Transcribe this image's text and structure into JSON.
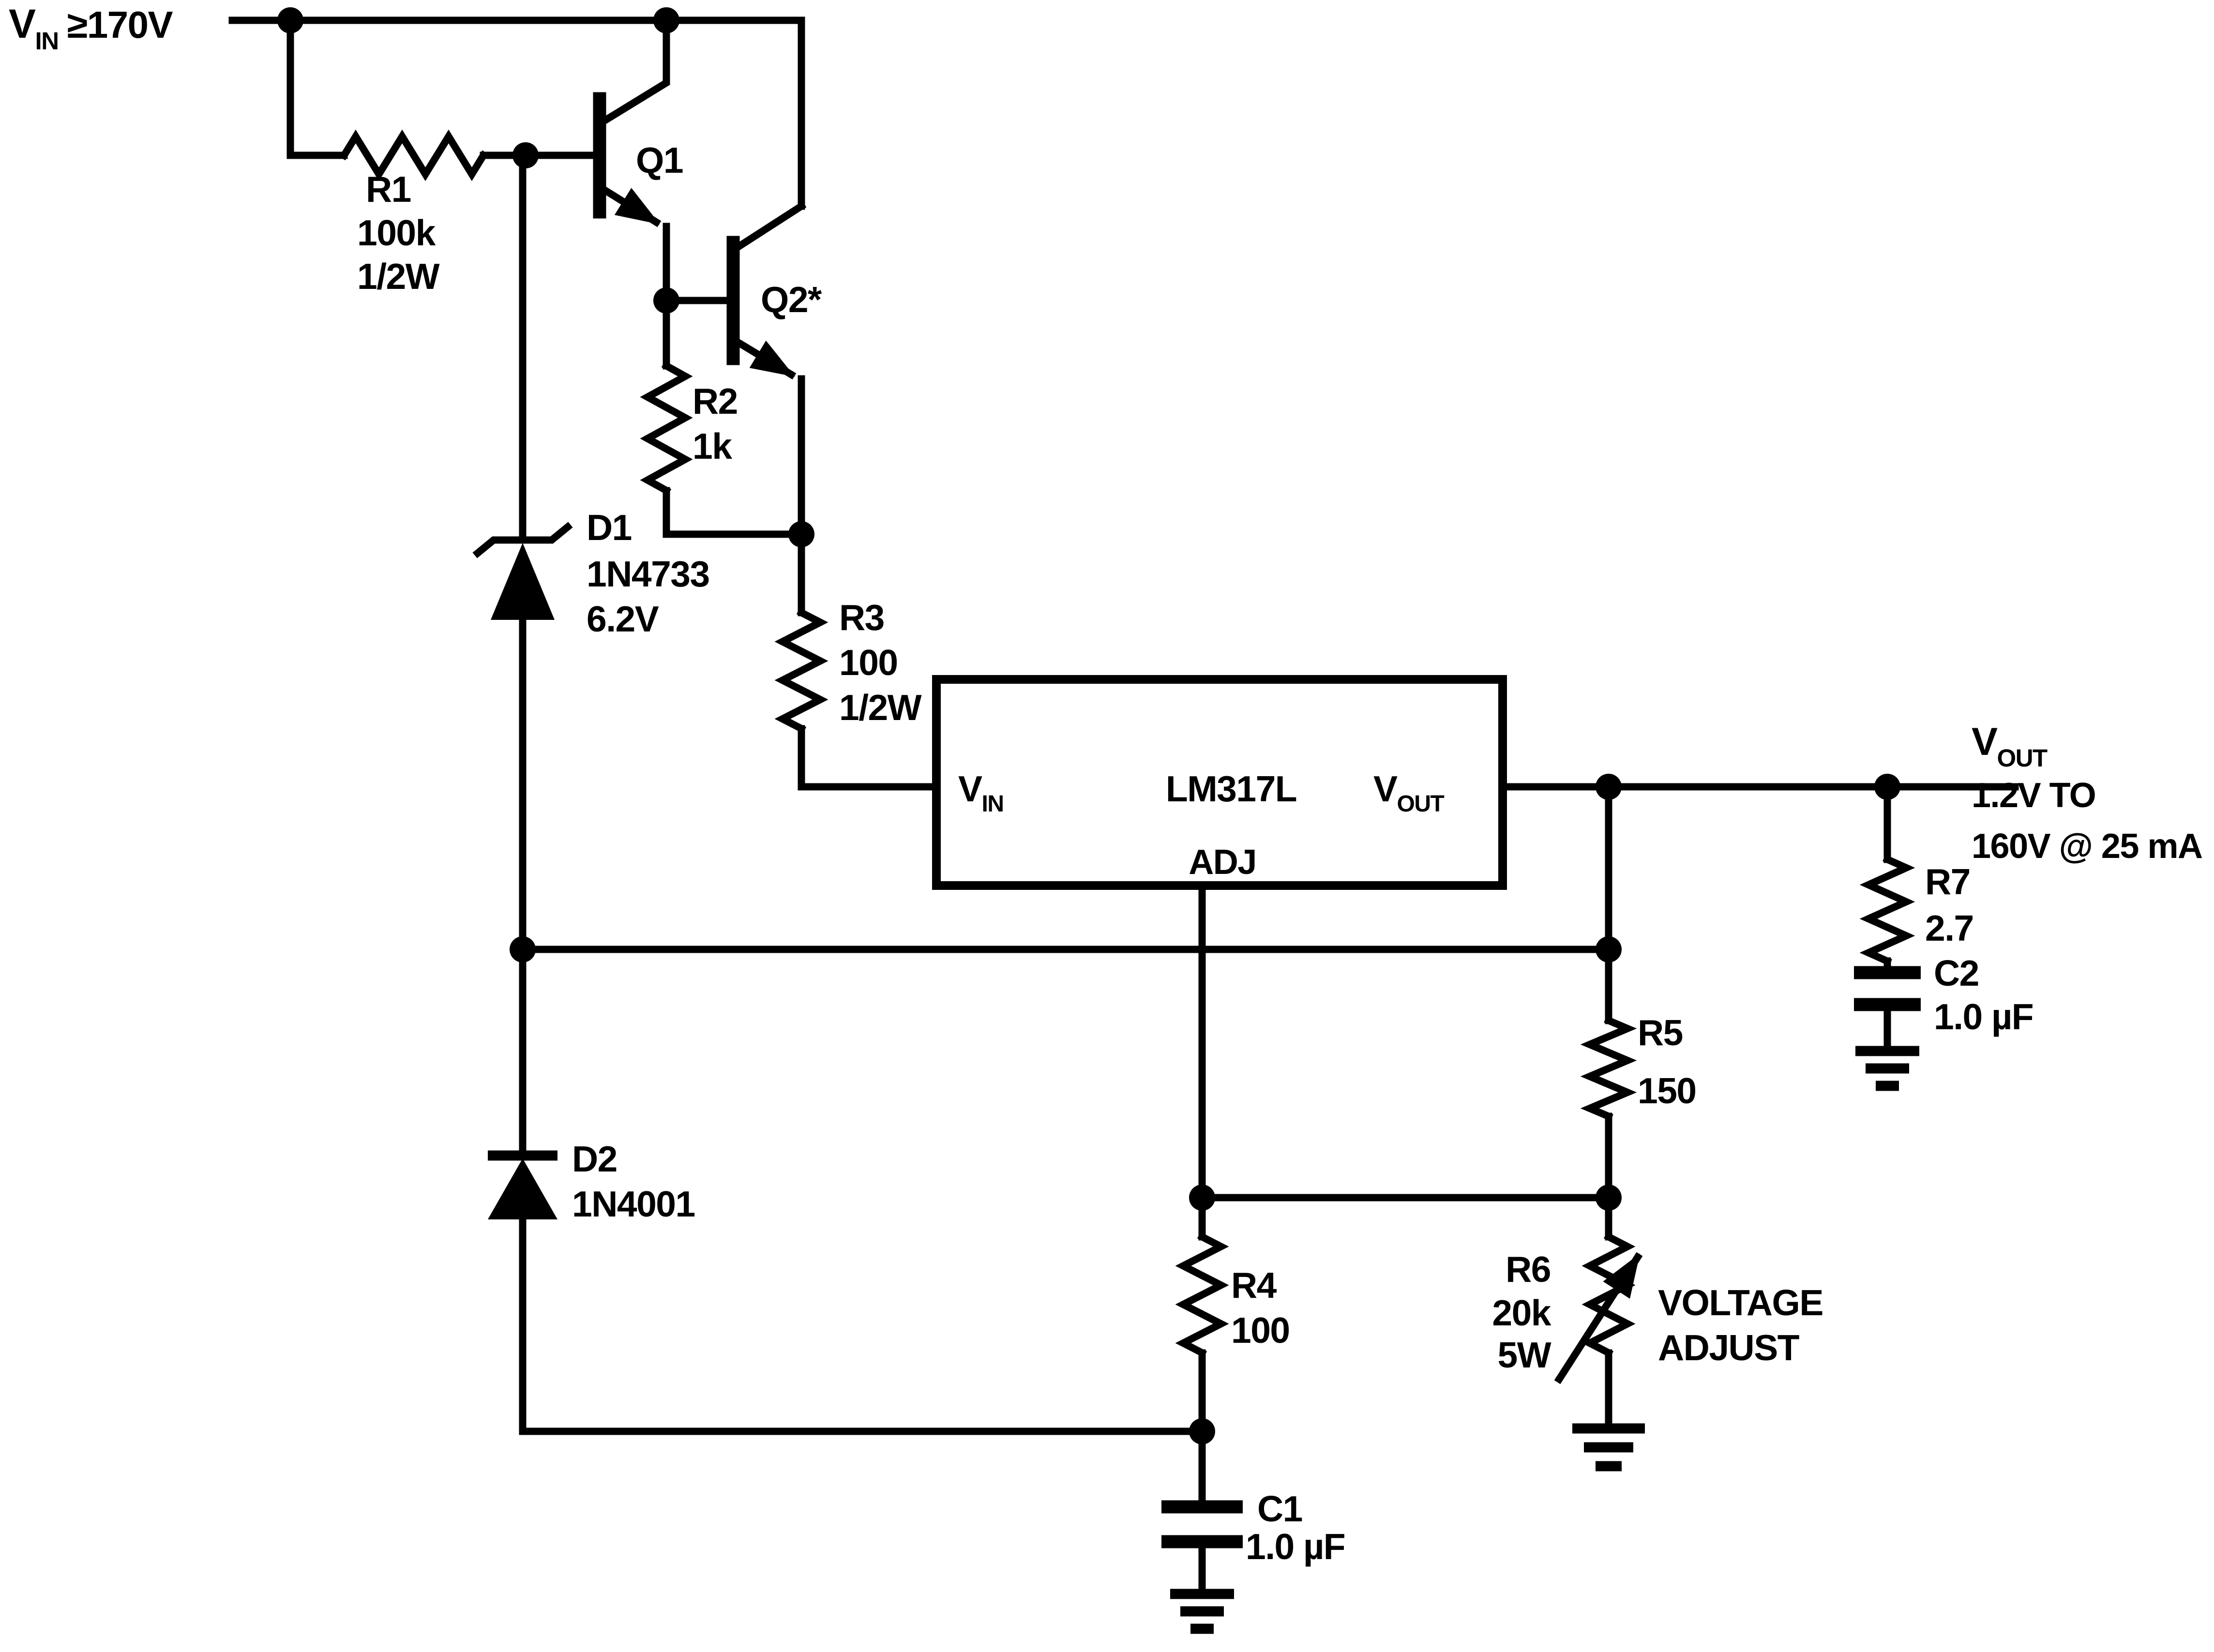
{
  "title": "LM317L 1.2V to 160V high voltage regulator schematic",
  "colors": {
    "ink": "#000000",
    "background": "#ffffff"
  },
  "power_input": {
    "v": "V",
    "sub": "IN",
    "condition": "≥170V"
  },
  "output": {
    "v": "V",
    "sub": "OUT",
    "line1": "1.2V TO",
    "line2": "160V @ 25 mA"
  },
  "regulator": {
    "name": "LM317L",
    "pin_in_v": "V",
    "pin_in_sub": "IN",
    "pin_out_v": "V",
    "pin_out_sub": "OUT",
    "pin_adj": "ADJ"
  },
  "components": {
    "q1": {
      "ref": "Q1"
    },
    "q2": {
      "ref": "Q2*"
    },
    "r1": {
      "ref": "R1",
      "value": "100k",
      "rating": "1/2W"
    },
    "r2": {
      "ref": "R2",
      "value": "1k"
    },
    "r3": {
      "ref": "R3",
      "value": "100",
      "rating": "1/2W"
    },
    "r4": {
      "ref": "R4",
      "value": "100"
    },
    "r5": {
      "ref": "R5",
      "value": "150"
    },
    "r6": {
      "ref": "R6",
      "value": "20k",
      "rating": "5W",
      "function_line1": "VOLTAGE",
      "function_line2": "ADJUST"
    },
    "r7": {
      "ref": "R7",
      "value": "2.7"
    },
    "c1": {
      "ref": "C1",
      "value": "1.0 µF"
    },
    "c2": {
      "ref": "C2",
      "value": "1.0 µF"
    },
    "d1": {
      "ref": "D1",
      "part": "1N4733",
      "value": "6.2V"
    },
    "d2": {
      "ref": "D2",
      "part": "1N4001"
    }
  }
}
